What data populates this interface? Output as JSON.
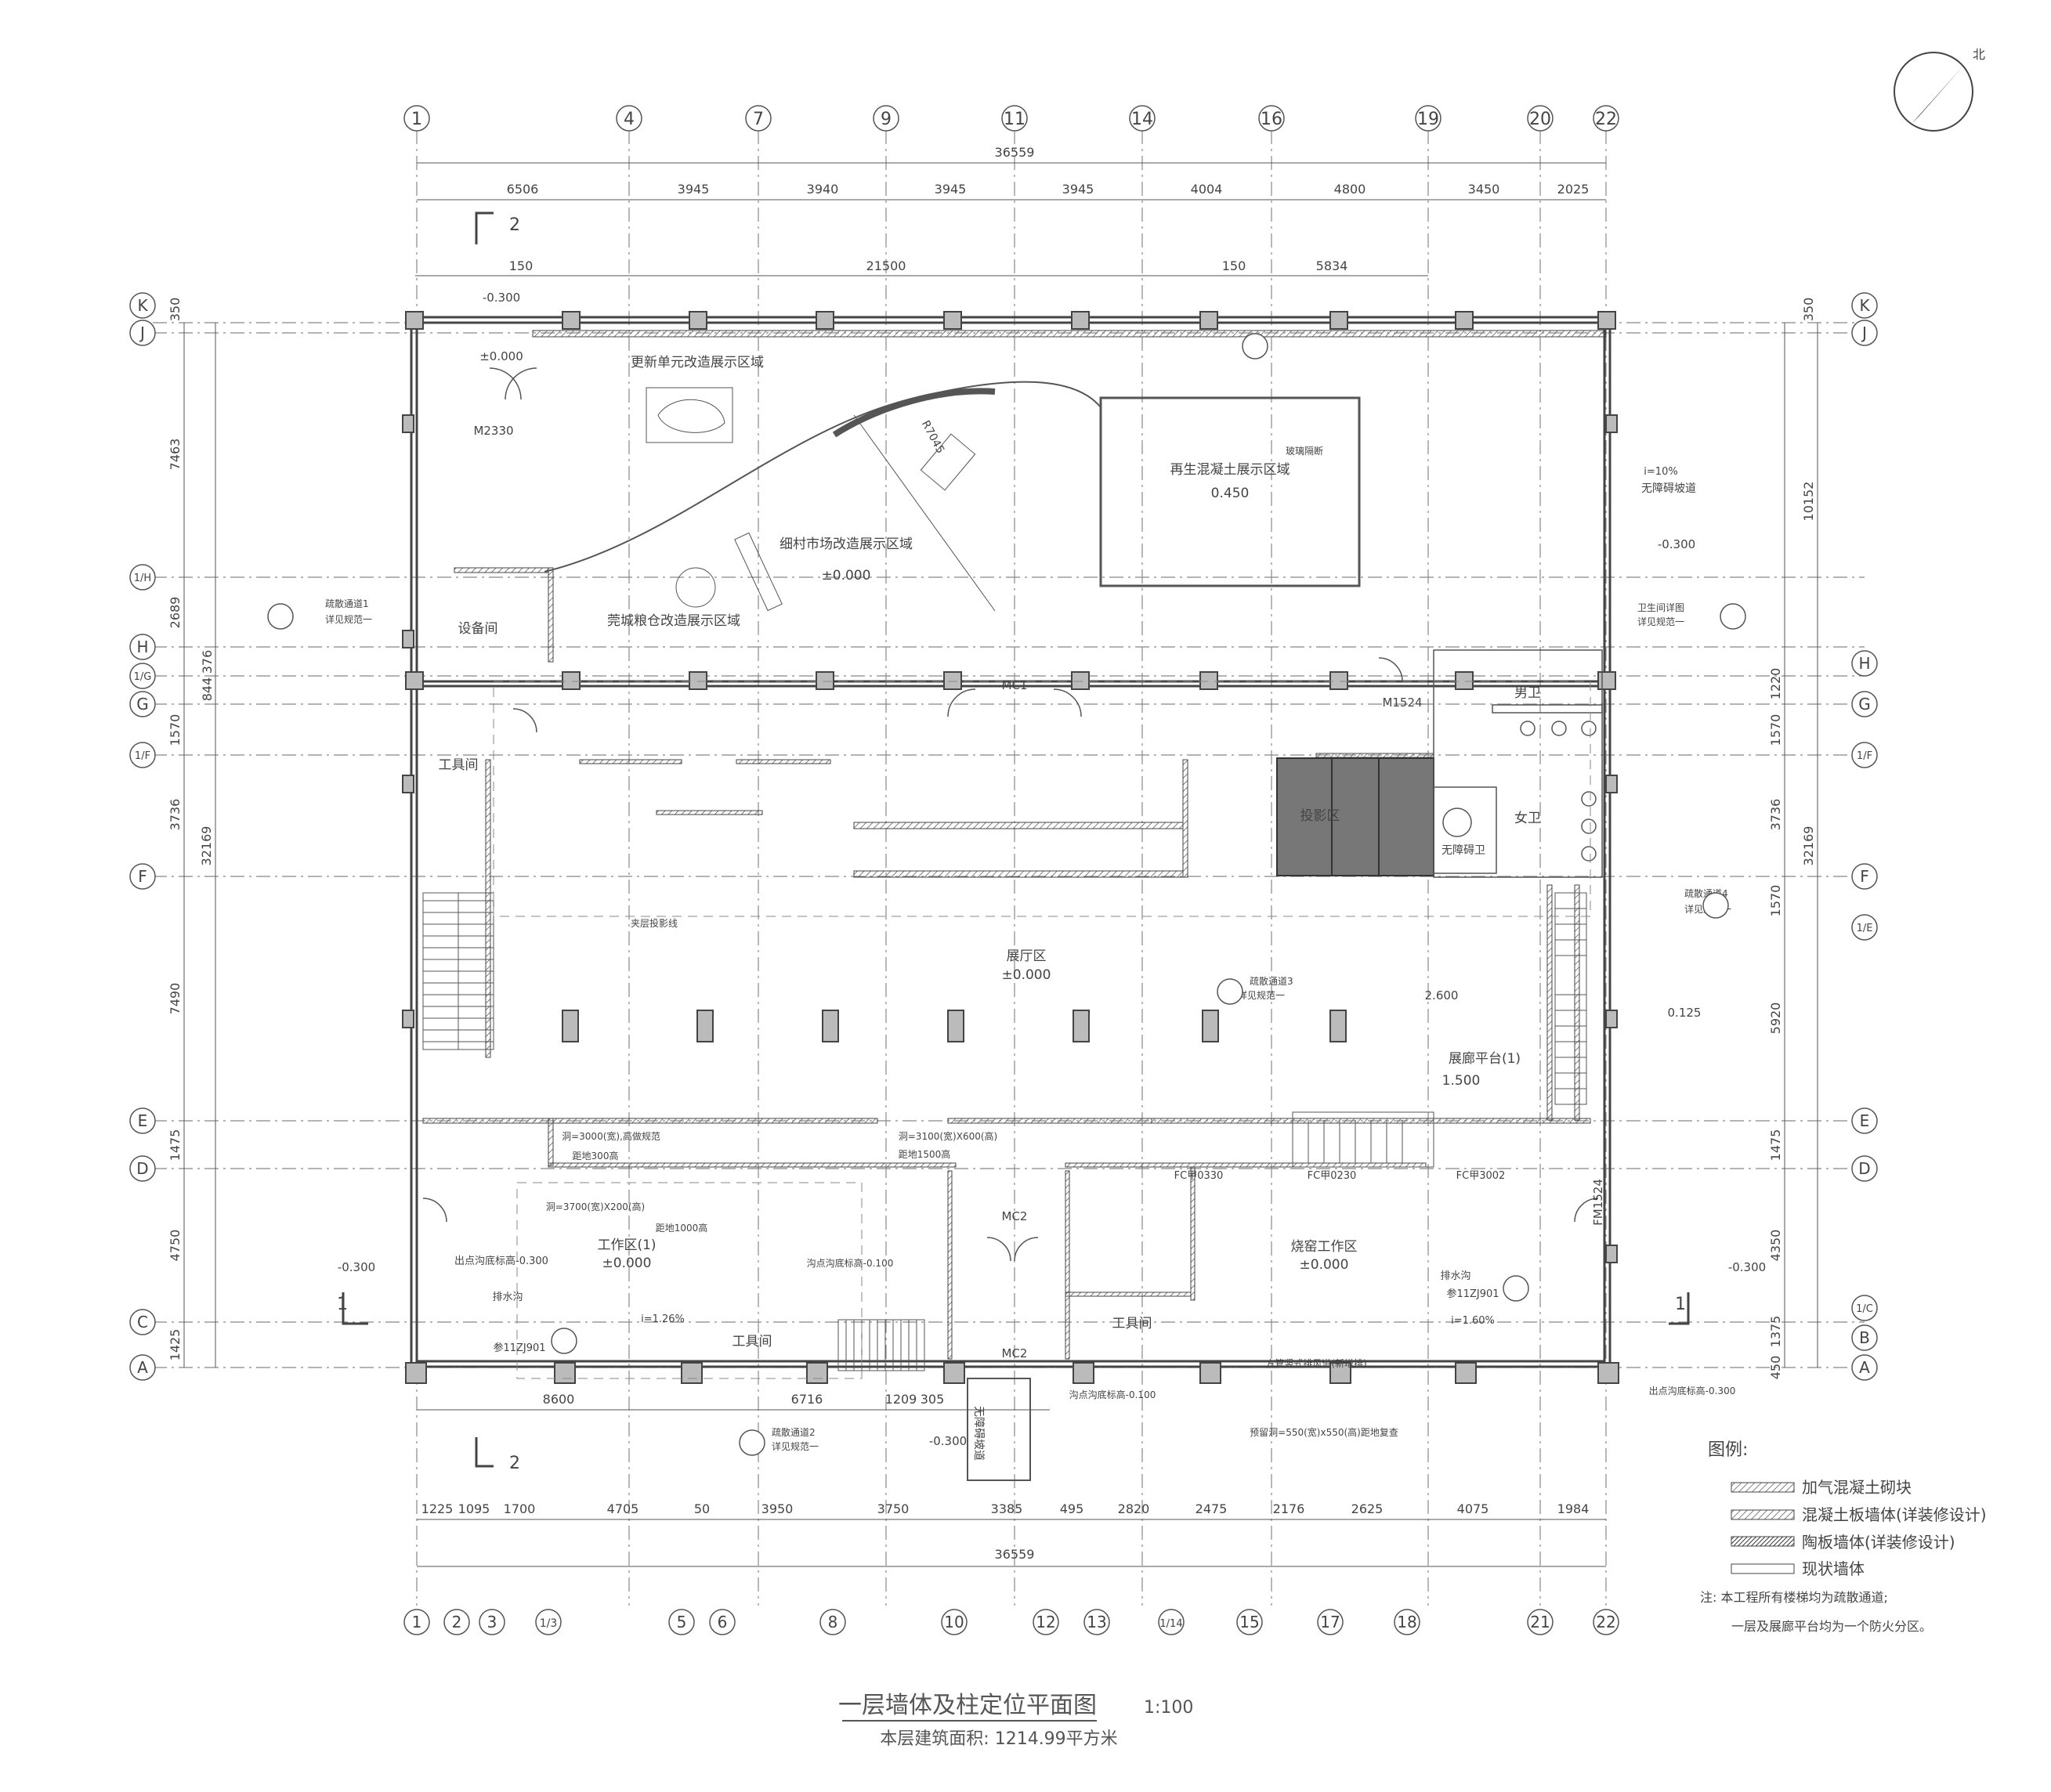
{
  "north_label": "北",
  "grid_top": [
    "1",
    "4",
    "7",
    "9",
    "11",
    "14",
    "16",
    "19",
    "20",
    "22"
  ],
  "grid_bottom": [
    "1",
    "2",
    "3",
    "1/3",
    "5",
    "6",
    "8",
    "10",
    "12",
    "13",
    "1/14",
    "15",
    "17",
    "18",
    "21",
    "22"
  ],
  "grid_rows_left": [
    "K",
    "J",
    "1/H",
    "H",
    "1/G",
    "G",
    "1/F",
    "F",
    "E",
    "D",
    "C",
    "A"
  ],
  "grid_rows_right": [
    "K",
    "J",
    "H",
    "G",
    "1/F",
    "F",
    "1/E",
    "E",
    "D",
    "1/C",
    "B",
    "A"
  ],
  "dims": {
    "overall_top": "36559",
    "top_segments": [
      "6506",
      "3945",
      "3940",
      "3945",
      "3945",
      "4004",
      "4800",
      "3450",
      "2025"
    ],
    "top_second": [
      "150",
      "21500",
      "150",
      "5834"
    ],
    "overall_bottom": "36559",
    "bottom_segments": [
      "1225",
      "1095",
      "1700",
      "4705",
      "50",
      "3950",
      "3750",
      "3385",
      "495",
      "2820",
      "2475",
      "2176",
      "2625",
      "4075",
      "1984"
    ],
    "bottom_second": [
      "8600",
      "6716",
      "1209",
      "305"
    ],
    "left_outer": [
      "350",
      "7463",
      "2689",
      "376",
      "844",
      "1570",
      "3736",
      "7490",
      "1475",
      "4750",
      "1425"
    ],
    "left_total": "32169",
    "right_outer": [
      "350",
      "10152",
      "1220",
      "1570",
      "3736",
      "1570",
      "5920",
      "1475",
      "4350",
      "1375",
      "450"
    ],
    "right_total": "32169"
  },
  "rooms": {
    "r1": "更新单元改造展示区域",
    "r2": "再生混凝土展示区域",
    "r2_elev": "0.450",
    "r3": "细村市场改造展示区域",
    "r3_elev": "±0.000",
    "r4": "莞城粮仓改造展示区域",
    "r5": "设备间",
    "r6": "工具间",
    "r7": "投影区",
    "r8": "展厅区",
    "r8_elev": "±0.000",
    "r9": "展廊平台(1)",
    "r9_elev": "1.500",
    "r10": "工作区(1)",
    "r10_elev": "±0.000",
    "r11": "工具间",
    "r12": "烧窑工作区",
    "r12_elev": "±0.000",
    "r13": "工具间",
    "r14": "男卫",
    "r15": "女卫",
    "r16": "无障碍卫",
    "r17": "无障碍坡道"
  },
  "labels": {
    "m2330": "M2330",
    "mc1": "MC1",
    "mc2a": "MC2",
    "mc2b": "MC2",
    "m1524": "M1524",
    "fm1524": "FM1524",
    "elev_ne": "-0.300",
    "elev_e": "-0.300",
    "elev_w": "-0.300",
    "elev_sw": "-0.300",
    "elev_s": "-0.300",
    "elev_000": "±0.000",
    "slope": "i=10%",
    "slope_text": "无障碍坡道",
    "r7045": "R7045",
    "glass": "玻璃隔断",
    "elev_2600": "2.600",
    "elev_0125": "0.125",
    "hole1": "洞=3000(宽),高做规范",
    "hole2": "洞=3100(宽)X600(高)",
    "hole3": "洞=3700(宽)X200(高)",
    "hole4": "距地300高",
    "hole5": "距地1500高",
    "hole6": "距地1000高",
    "fc1": "FC甲0330",
    "fc2": "FC甲0230",
    "fc3": "FC甲3002",
    "drain1": "排水沟",
    "drain2": "排水沟",
    "j901a": "参11ZJ901",
    "j901b": "参11ZJ901",
    "slope_small": "i=1.26%",
    "slope_small2": "i=1.60%",
    "level_sink": "出点沟底标高-0.300",
    "level_sink2": "沟点沟底标高-0.100",
    "level_sink3": "沟点沟底标高-0.100",
    "level_sink4": "出点沟底标高-0.300",
    "vent": "方管竖式排风道(新增排)",
    "hole7": "预留洞=550(宽)x550(高)距地复查",
    "note_a": "疏散通道1",
    "note_b": "详见规范一",
    "note_c": "卫生间详图",
    "note_d": "详见规范一",
    "note_e": "疏散通道3",
    "note_f": "详见规范一",
    "note_g": "疏散通道4",
    "note_h": "详见规范一",
    "note_i": "疏散通道2",
    "note_j": "详见规范一",
    "loft": "夹层投影线",
    "section": "2",
    "section_b": "1"
  },
  "legend": {
    "title": "图例:",
    "items": [
      "加气混凝土砌块",
      "混凝土板墙体(详装修设计)",
      "陶板墙体(详装修设计)",
      "现状墙体"
    ]
  },
  "notes": {
    "n1": "注: 本工程所有楼梯均为疏散通道;",
    "n2": "一层及展廊平台均为一个防火分区。"
  },
  "title": {
    "main": "一层墙体及柱定位平面图",
    "scale": "1:100",
    "area": "本层建筑面积: 1214.99平方米"
  }
}
